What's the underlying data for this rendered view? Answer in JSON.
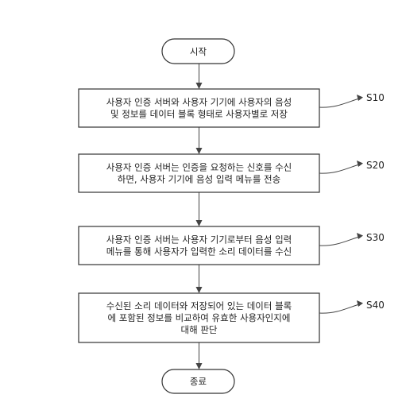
{
  "flowchart": {
    "start": {
      "label": "시작"
    },
    "steps": [
      {
        "id": "S10",
        "lines": [
          "사용자 인증 서버와 사용자 기기에 사용자의 음성",
          "및 정보를 데이터 블록 형태로 사용자별로 저장"
        ]
      },
      {
        "id": "S20",
        "lines": [
          "사용자 인증 서버는 인증을 요청하는 신호를 수신",
          "하면, 사용자 기기에 음성 입력 메뉴를 전송"
        ]
      },
      {
        "id": "S30",
        "lines": [
          "사용자 인증 서버는 사용자 기기로부터 음성 입력",
          "메뉴를 통해 사용자가 입력한 소리 데이터를 수신"
        ]
      },
      {
        "id": "S40",
        "lines": [
          "수신된 소리 데이터와 저장되어 있는 데이터 블록",
          "에 포함된 정보를 비교하여 유효한 사용자인지에",
          "대해 판단"
        ]
      }
    ],
    "end": {
      "label": "종료"
    }
  },
  "colors": {
    "stroke": "#333333",
    "text": "#222222",
    "background": "#ffffff"
  }
}
